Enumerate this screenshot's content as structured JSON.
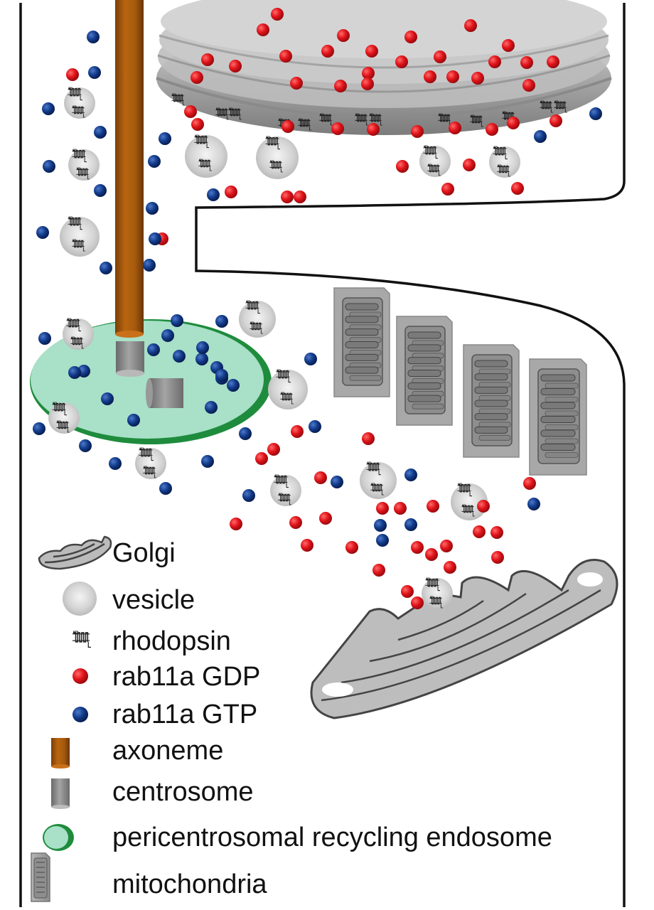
{
  "figure": {
    "description": "Schematic of a photoreceptor inner segment showing rab11a-mediated rhodopsin vesicle trafficking"
  },
  "colors": {
    "rab11a_gdp": "#e0141a",
    "rab11a_gtp": "#123c8c",
    "axoneme": "#a85a10",
    "centrosome": "#8a8a8a",
    "endosome_fill": "#a8e0c8",
    "endosome_rim": "#1e8c3c",
    "golgi": "#b9b9b9",
    "vesicle": "#cfcfcf",
    "mitochondria": "#9a9a9a",
    "membrane": "#111111",
    "disc_stack": "#9c9c9c"
  },
  "legend": {
    "items": [
      {
        "key": "golgi",
        "label": "Golgi",
        "icon": "golgi-icon"
      },
      {
        "key": "vesicle",
        "label": "vesicle",
        "icon": "vesicle-icon"
      },
      {
        "key": "rhodopsin",
        "label": "rhodopsin",
        "icon": "rhodopsin-icon"
      },
      {
        "key": "rab11a_gdp",
        "label": "rab11a GDP",
        "icon": "red-sphere-icon"
      },
      {
        "key": "rab11a_gtp",
        "label": "rab11a GTP",
        "icon": "blue-sphere-icon"
      },
      {
        "key": "axoneme",
        "label": "axoneme",
        "icon": "axoneme-cylinder-icon"
      },
      {
        "key": "centrosome",
        "label": "centrosome",
        "icon": "centrosome-cylinder-icon"
      },
      {
        "key": "endosome",
        "label": "pericentrosomal recycling endosome",
        "icon": "endosome-disc-icon"
      },
      {
        "key": "mitochondria",
        "label": "mitochondria",
        "icon": "mitochondrion-icon"
      }
    ]
  }
}
